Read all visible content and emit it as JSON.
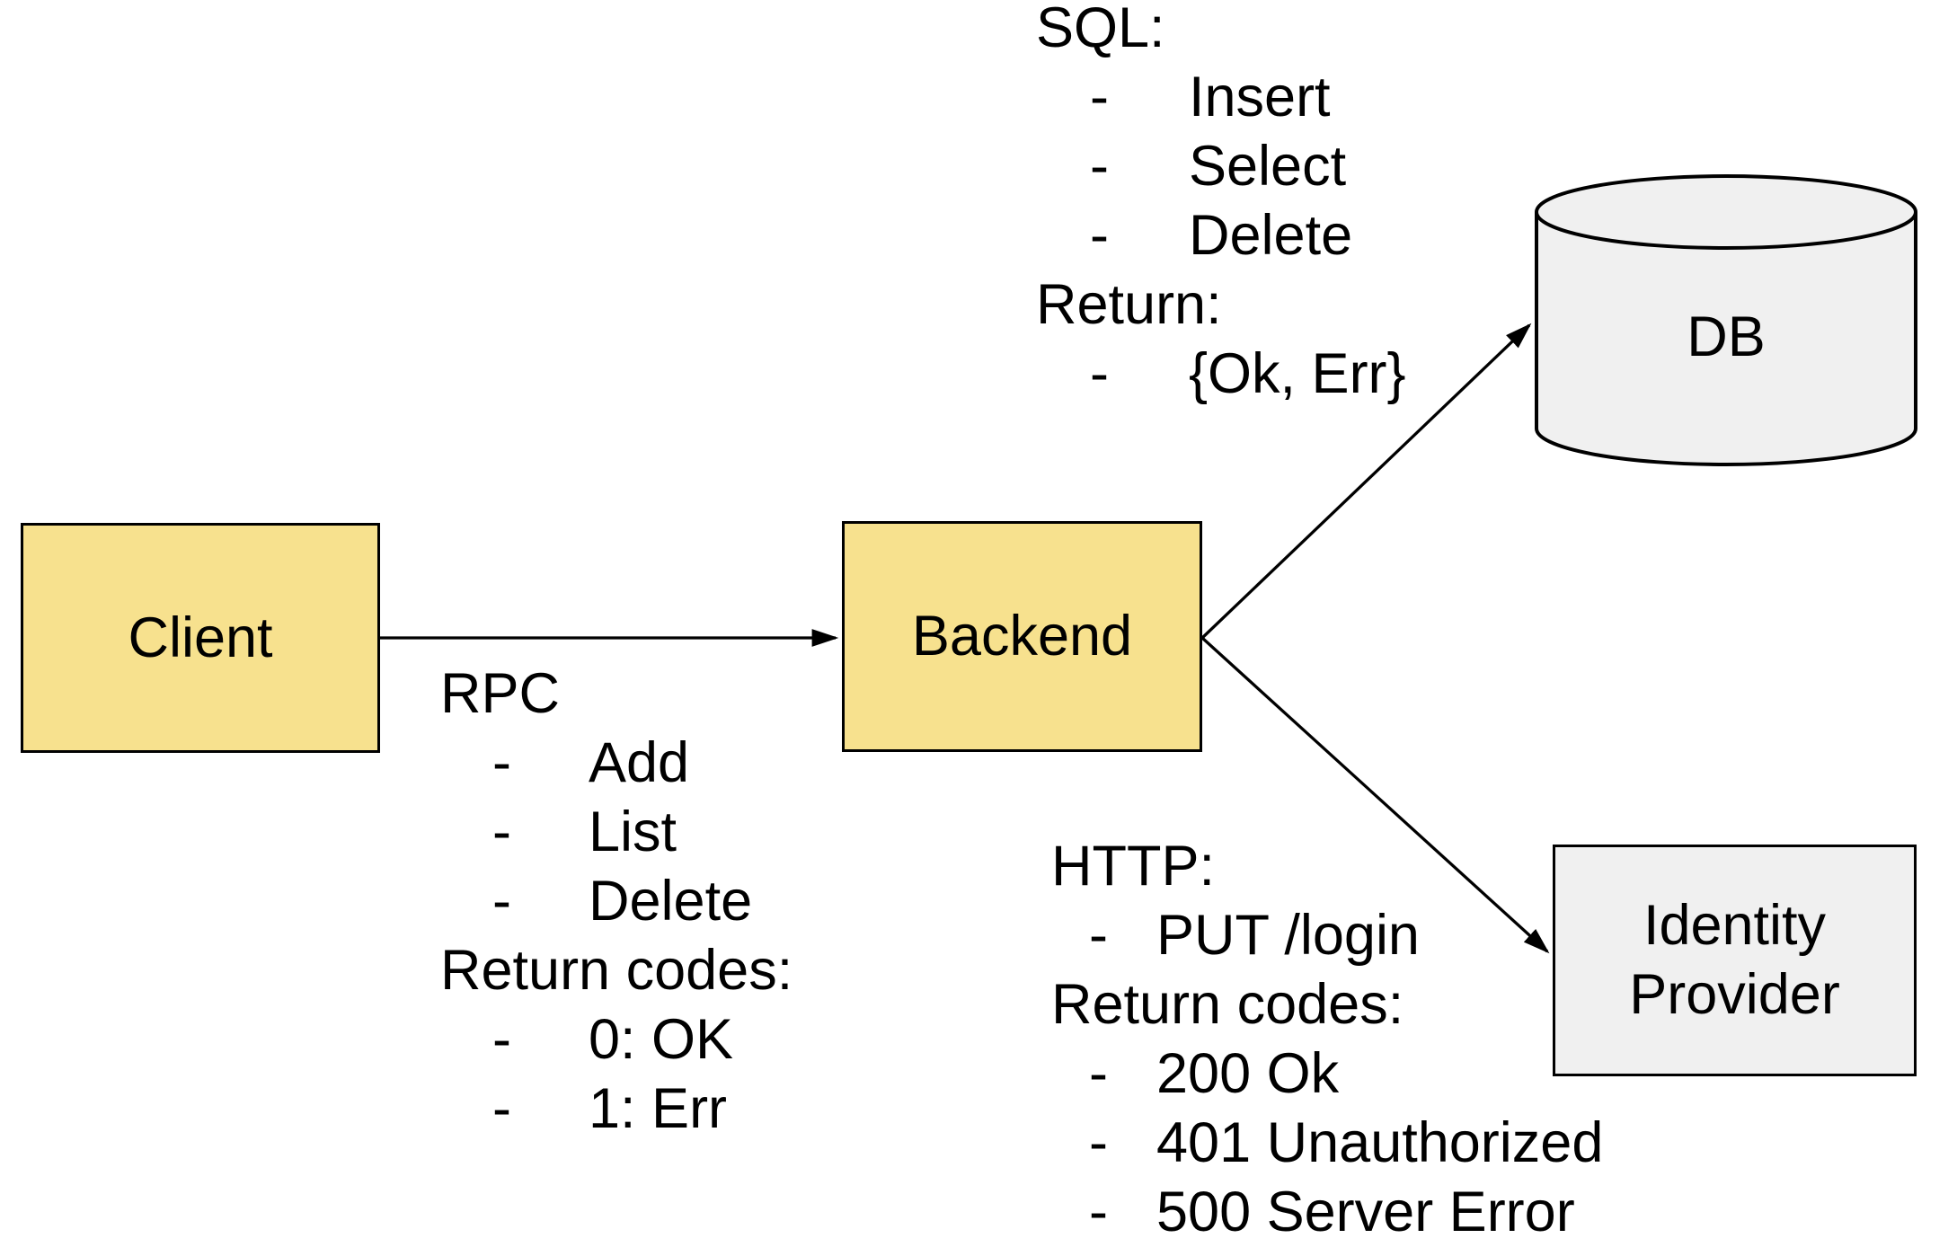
{
  "diagram": {
    "bullet": "-",
    "nodes": {
      "client": "Client",
      "backend": "Backend",
      "db": "DB",
      "identity_provider": "Identity Provider"
    },
    "annotations": {
      "rpc": {
        "title": "RPC",
        "calls": [
          "Add",
          "List",
          "Delete"
        ],
        "return_title": "Return codes:",
        "returns": [
          "0: OK",
          "1: Err"
        ]
      },
      "sql": {
        "title": "SQL:",
        "calls": [
          "Insert",
          "Select",
          "Delete"
        ],
        "return_title": "Return:",
        "returns": [
          "{Ok, Err}"
        ]
      },
      "http": {
        "title": "HTTP:",
        "calls": [
          "PUT /login"
        ],
        "return_title": "Return codes:",
        "returns": [
          "200 Ok",
          "401 Unauthorized",
          "500 Server Error"
        ]
      }
    },
    "colors": {
      "service_node_fill": "#F7E18E",
      "datastore_fill": "#F0F0F0",
      "stroke": "#000000",
      "background": "#FFFFFF"
    }
  }
}
